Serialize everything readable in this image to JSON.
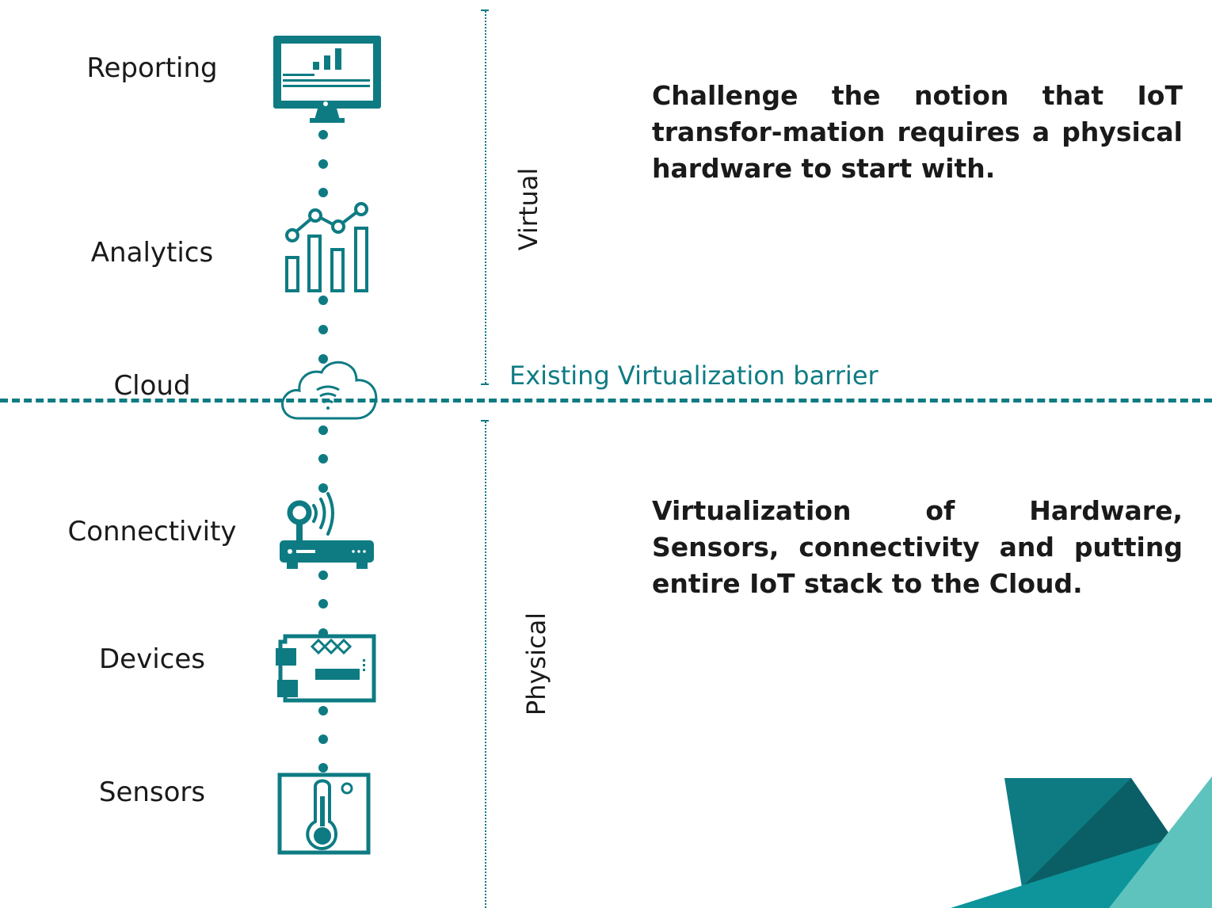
{
  "layers": [
    {
      "label": "Reporting",
      "icon": "monitor-chart-icon"
    },
    {
      "label": "Analytics",
      "icon": "analytics-chart-icon"
    },
    {
      "label": "Cloud",
      "icon": "cloud-signal-icon"
    },
    {
      "label": "Connectivity",
      "icon": "router-icon"
    },
    {
      "label": "Devices",
      "icon": "circuit-board-icon"
    },
    {
      "label": "Sensors",
      "icon": "thermometer-sensor-icon"
    }
  ],
  "barrier": {
    "label": "Existing Virtualization barrier"
  },
  "zones": {
    "virtual": {
      "label": "Virtual",
      "description": "Challenge the notion that IoT transfor-mation requires a physical hardware to start with."
    },
    "physical": {
      "label": "Physical",
      "description": "Virtualization of Hardware, Sensors, connectivity and putting entire IoT stack to the Cloud."
    }
  },
  "colors": {
    "teal": "#0e7b83",
    "dark_teal": "#0a5f66",
    "light_teal": "#5fc3bd",
    "text": "#1a1a1a"
  }
}
